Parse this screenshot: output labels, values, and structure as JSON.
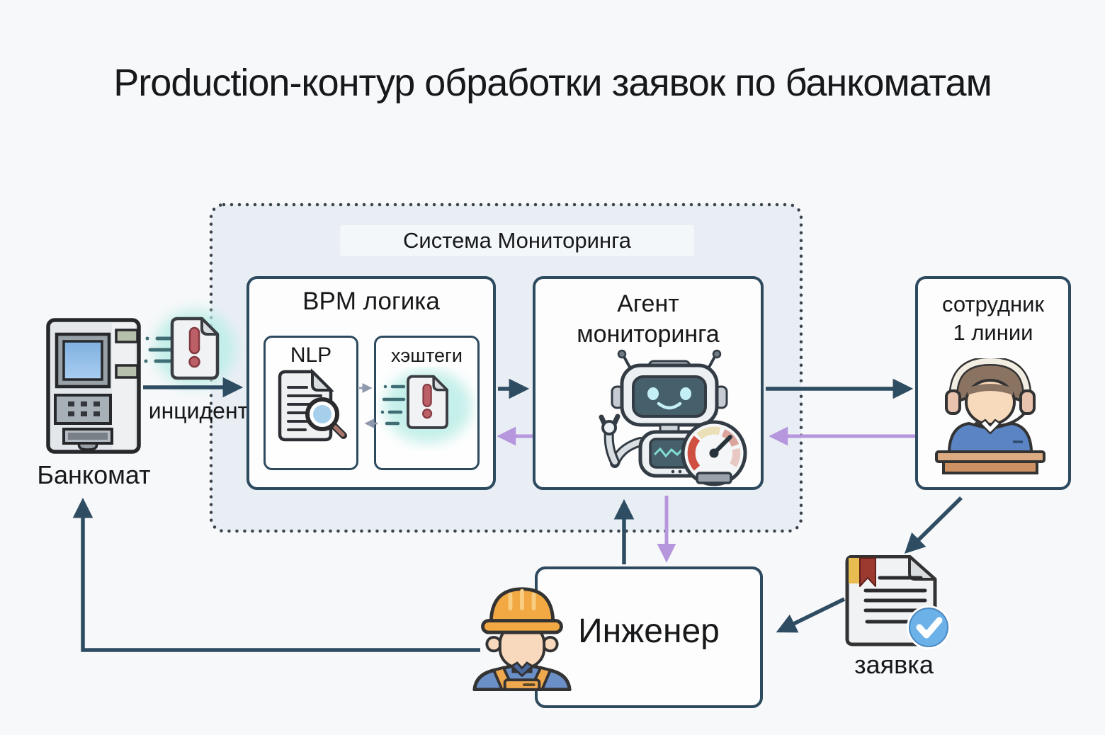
{
  "title": "Production-контур обработки заявок по банкоматам",
  "monitoring_system": {
    "label": "Система Мониторинга"
  },
  "atm": {
    "label": "Банкомат"
  },
  "incident": {
    "label": "инцидент"
  },
  "bpm": {
    "title": "BPM логика",
    "nlp_label": "NLP",
    "hashtags_label": "хэштеги"
  },
  "agent": {
    "line1": "Агент",
    "line2": "мониторинга"
  },
  "first_line": {
    "line1": "сотрудник",
    "line2": "1 линии"
  },
  "engineer": {
    "label": "Инженер"
  },
  "request": {
    "label": "заявка"
  },
  "colors": {
    "background": "#f7f8f9",
    "text": "#17181a",
    "monitoring_fill": "#e9eef4",
    "monitoring_dot": "#39444d",
    "box_border": "#2d4a5e",
    "dark_arrow": "#2e4d63",
    "purple_arrow": "#b697dd",
    "gray_arrow": "#9099ab",
    "glow_teal": "#bfeee8",
    "speedline_teal": "#3f6d74",
    "alert_red": "#bc5f66",
    "check_blue": "#6cb2e8"
  }
}
